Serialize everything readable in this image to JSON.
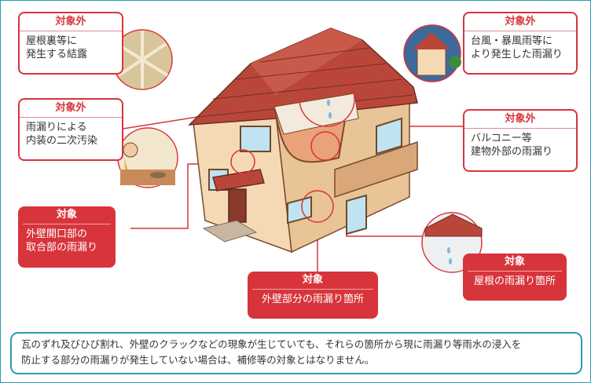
{
  "callouts": {
    "roof_condensation": {
      "tag": "対象外",
      "lines": [
        "屋根裏等に",
        "発生する結露"
      ]
    },
    "typhoon_leak": {
      "tag": "対象外",
      "lines": [
        "台風・暴風雨等に",
        "より発生した雨漏り"
      ]
    },
    "interior_stain": {
      "tag": "対象外",
      "lines": [
        "雨漏りによる",
        "内装の二次汚染"
      ]
    },
    "balcony_leak": {
      "tag": "対象外",
      "lines": [
        "バルコニー等",
        "建物外部の雨漏り"
      ]
    },
    "opening_leak": {
      "tag": "対象",
      "lines": [
        "外壁開口部の",
        "取合部の雨漏り"
      ]
    },
    "wall_leak": {
      "tag": "対象",
      "lines": [
        "外壁部分の雨漏り箇所"
      ]
    },
    "roof_leak": {
      "tag": "対象",
      "lines": [
        "屋根の雨漏り箇所"
      ]
    }
  },
  "note": {
    "lines": [
      "瓦のずれ及びひび割れ、外壁のクラックなどの現象が生じていても、それらの箇所から現に雨漏り等雨水の浸入を",
      "防止する部分の雨漏りが発生していない場合は、補修等の対象とはなりません。"
    ]
  },
  "colors": {
    "accent": "#d7353b",
    "frame": "#2a9bb3",
    "roof": "#b8473a",
    "wall": "#f5d9b5",
    "wall_side": "#e8c496"
  }
}
